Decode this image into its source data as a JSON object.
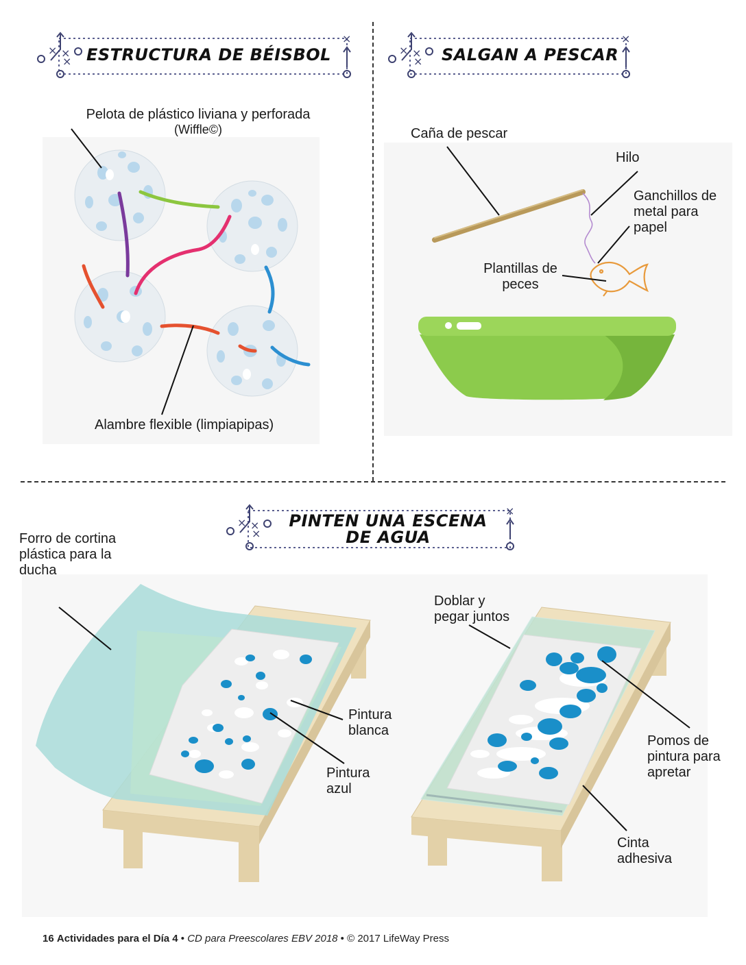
{
  "sections": {
    "baseball": {
      "title": "ESTRUCTURA DE BÉISBOL",
      "ball_label_line1": "Pelota de plástico liviana y perforada",
      "ball_label_line2": "(Wiffle©)",
      "wire_label": "Alambre flexible (limpiapipas)"
    },
    "fishing": {
      "title": "SALGAN  A PESCAR",
      "rod_label": "Caña de pescar",
      "line_label": "Hilo",
      "clips_label_line1": "Ganchillos de",
      "clips_label_line2": "metal para",
      "clips_label_line3": "papel",
      "fish_label_line1": "Plantillas de",
      "fish_label_line2": "peces"
    },
    "painting": {
      "title_line1": "PINTEN UNA ESCENA",
      "title_line2": "DE  AGUA",
      "curtain_label_line1": "Forro de cortina",
      "curtain_label_line2": "plástica para la",
      "curtain_label_line3": "ducha",
      "white_paint_line1": "Pintura",
      "white_paint_line2": "blanca",
      "blue_paint_line1": "Pintura",
      "blue_paint_line2": "azul",
      "fold_line1": "Doblar y",
      "fold_line2": "pegar juntos",
      "tubes_line1": "Pomos de",
      "tubes_line2": "pintura para",
      "tubes_line3": "apretar",
      "tape_line1": "Cinta",
      "tape_line2": "adhesiva"
    }
  },
  "footer": {
    "page_number": "16",
    "section": "Actividades para el Día 4",
    "separator": "•",
    "product": "CD para Preescolares EBV 2018",
    "copyright": "© 2017 LifeWay Press"
  },
  "icons": [
    "play-diagram-icon"
  ],
  "colors": {
    "banner_dots": "#5b5f8f",
    "paint_blue": "#1a8fc9",
    "tub_green": "#8ccb4c",
    "rod_tan": "#b8995a",
    "curtain_teal": "#a9dcd9",
    "table_wood": "#efe1bf"
  }
}
